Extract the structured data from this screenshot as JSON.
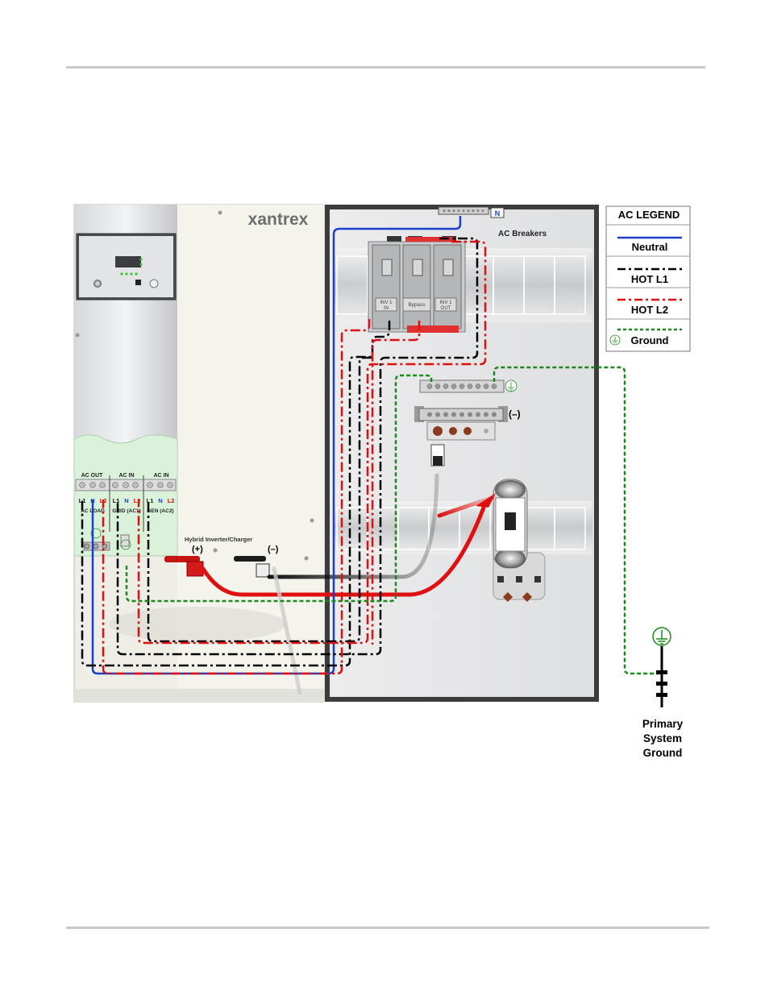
{
  "brand": "xantrex",
  "inverter": {
    "label": "Hybrid Inverter/Charger",
    "pos_terminal": "(+)",
    "neg_terminal": "(–)",
    "groups": [
      {
        "header": "AC OUT",
        "sub": "AC LOAD"
      },
      {
        "header": "AC IN",
        "sub": "GRID (AC1)"
      },
      {
        "header": "AC IN",
        "sub": "GEN (AC2)"
      }
    ],
    "terminal_letters": [
      "L1",
      "N",
      "L2"
    ]
  },
  "panel": {
    "title": "AC Breakers",
    "neutral_bar": "N",
    "neg_bar": "(–)",
    "breakers": [
      {
        "line1": "INV 1",
        "line2": "IN"
      },
      {
        "line1": "Bypass",
        "line2": ""
      },
      {
        "line1": "INV 1",
        "line2": "OUT"
      }
    ]
  },
  "legend": {
    "title": "AC LEGEND",
    "items": [
      {
        "label": "Neutral",
        "color": "#1a3fcc"
      },
      {
        "label": "HOT L1",
        "color": "#000000"
      },
      {
        "label": "HOT L2",
        "color": "#e01010"
      },
      {
        "label": "Ground",
        "color": "#1a8a1a"
      }
    ]
  },
  "ground": {
    "line1": "Primary",
    "line2": "System",
    "line3": "Ground"
  },
  "colors": {
    "neutral": "#1a3fcc",
    "l1": "#000000",
    "l2": "#e01010",
    "ground": "#1a8a1a",
    "rule": "#c8c8c8"
  }
}
